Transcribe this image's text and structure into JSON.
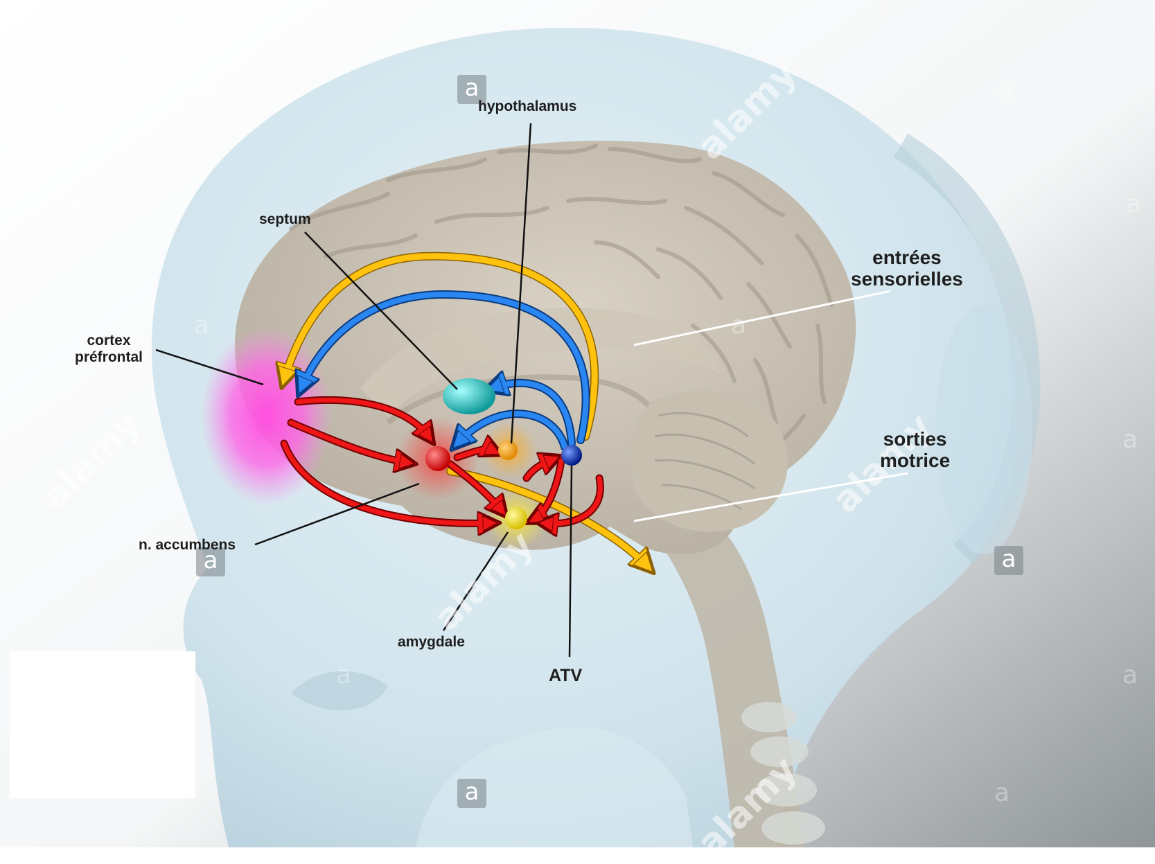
{
  "labels": {
    "hypothalamus": "hypothalamus",
    "septum": "septum",
    "cortex_line1": "cortex",
    "cortex_line2": "préfrontal",
    "entrees_line1": "entrées",
    "entrees_line2": "sensorielles",
    "sorties_line1": "sorties",
    "sorties_line2": "motrice",
    "accumbens": "n. accumbens",
    "amygdale": "amygdale",
    "atv": "ATV"
  },
  "watermark": {
    "brand": "alamy",
    "badge": "a"
  },
  "colors": {
    "prefrontal_cortex": "#ff44dd",
    "septum": "#22cccc",
    "accumbens": "#ee1111",
    "hypothalamus": "#ffaa00",
    "amygdala": "#ffee22",
    "atv": "#1133cc",
    "arrow_yellow": "#ffc20e",
    "arrow_blue": "#2a86f0",
    "arrow_red": "#ee1616"
  }
}
